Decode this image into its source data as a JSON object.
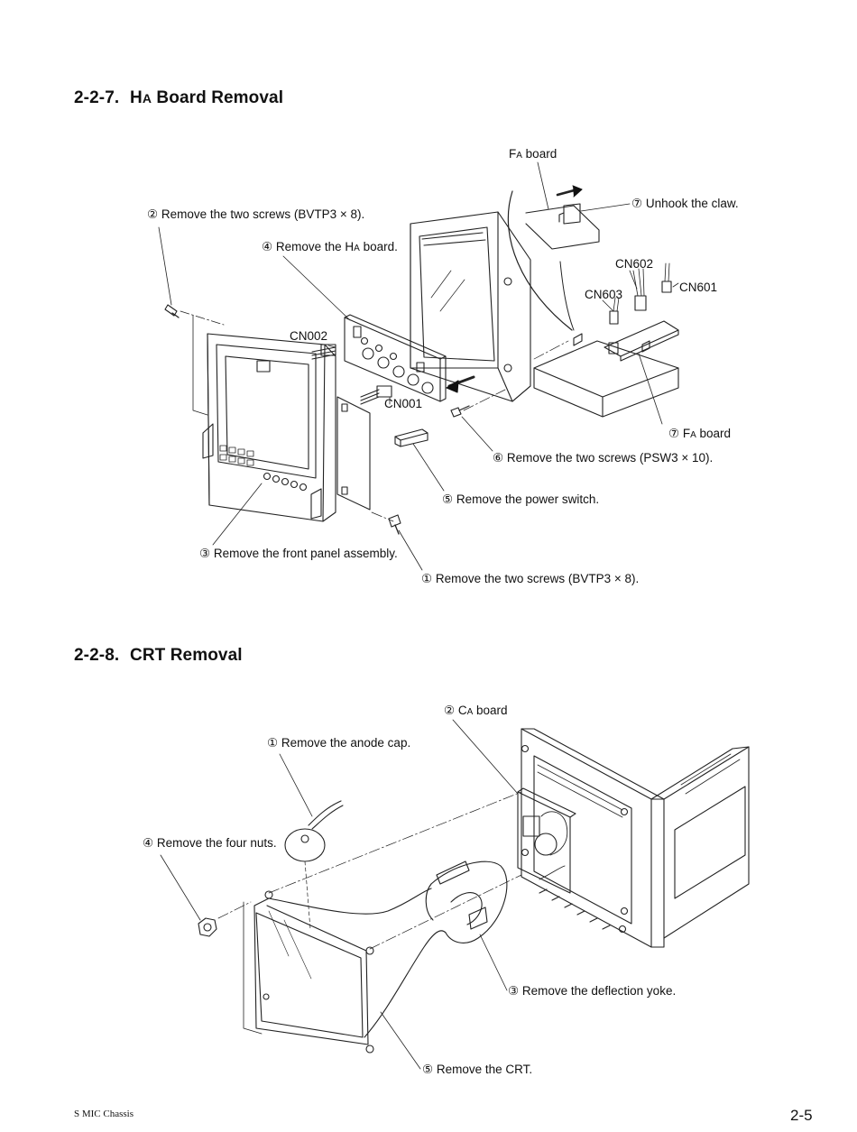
{
  "sections": [
    {
      "number": "2-2-7.",
      "title_prefix": "H",
      "title_sub": "A",
      "title_rest": " Board Removal",
      "callouts": {
        "c1": "① Remove the two screws (BVTP3 × 8).",
        "c2": "② Remove the two screws (BVTP3 × 8).",
        "c3": "③ Remove the front panel assembly.",
        "c4a": "④ Remove the H",
        "c4b": "A",
        "c4c": " board.",
        "c5": "⑤ Remove the power switch.",
        "c6": "⑥ Remove the two screws (PSW3 × 10).",
        "c7a": "⑦ Unhook the claw.",
        "c7b_pre": "⑦ F",
        "c7b_sub": "A",
        "c7b_post": " board",
        "fa_pre": "F",
        "fa_sub": "A",
        "fa_post": " board",
        "cn001": "CN001",
        "cn002": "CN002",
        "cn601": "CN601",
        "cn602": "CN602",
        "cn603": "CN603"
      }
    },
    {
      "number": "2-2-8.",
      "title": "CRT Removal",
      "callouts": {
        "c1": "① Remove the anode cap.",
        "c2_pre": "② C",
        "c2_sub": "A",
        "c2_post": " board",
        "c3": "③ Remove the deflection yoke.",
        "c4": "④ Remove the four nuts.",
        "c5": "⑤ Remove the CRT."
      }
    }
  ],
  "footer": {
    "chassis": "S MIC Chassis",
    "page": "2-5"
  }
}
